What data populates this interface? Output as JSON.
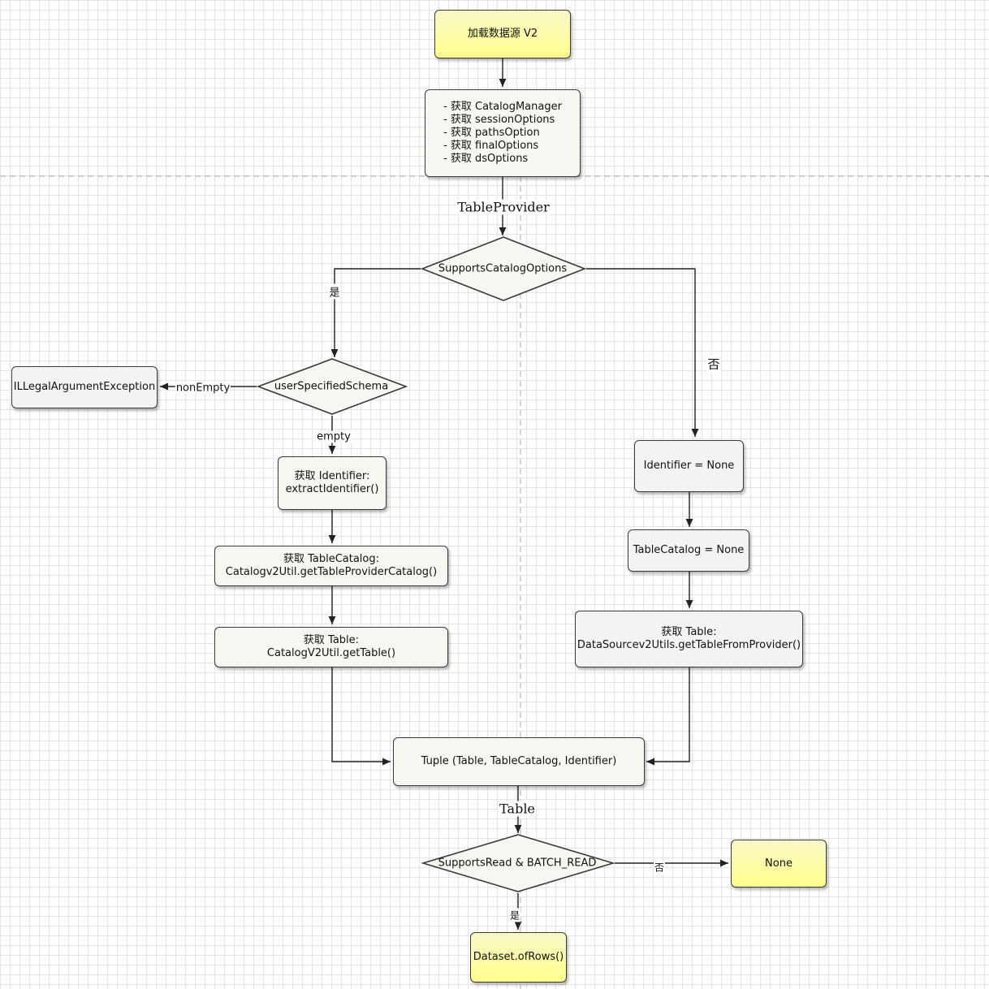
{
  "nodes": {
    "start": "加载数据源 V2",
    "init_steps": [
      "- 获取 CatalogManager",
      "- 获取 sessionOptions",
      "- 获取 pathsOption",
      "- 获取 finalOptions",
      "- 获取 dsOptions"
    ],
    "decision_catalog_options": "SupportsCatalogOptions",
    "decision_user_schema": "userSpecifiedSchema",
    "exception": "ILLegalArgumentException",
    "get_identifier": [
      "获取 Identifier:",
      "extractIdentifier()"
    ],
    "get_table_catalog": [
      "获取 TableCatalog:",
      "Catalogv2Util.getTableProviderCatalog()"
    ],
    "get_table_left": [
      "获取 Table:",
      "CatalogV2Util.getTable()"
    ],
    "identifier_none": "Identifier = None",
    "table_catalog_none": "TableCatalog = None",
    "get_table_right": [
      "获取 Table:",
      "DataSourcev2Utils.getTableFromProvider()"
    ],
    "tuple": "Tuple (Table, TableCatalog, Identifier)",
    "decision_supports_read": "SupportsRead & BATCH_READ",
    "result_none": "None",
    "dataset": "Dataset.ofRows()"
  },
  "edges": {
    "table_provider": "TableProvider",
    "yes_left": "是",
    "no_right": "否",
    "non_empty": "nonEmpty",
    "empty": "empty",
    "table": "Table",
    "no_none": "否",
    "yes_dataset": "是"
  },
  "colors": {
    "start_fill": "#ffff8a",
    "node_fill": "#f7f7f2",
    "stroke": "#3a3a3a"
  }
}
